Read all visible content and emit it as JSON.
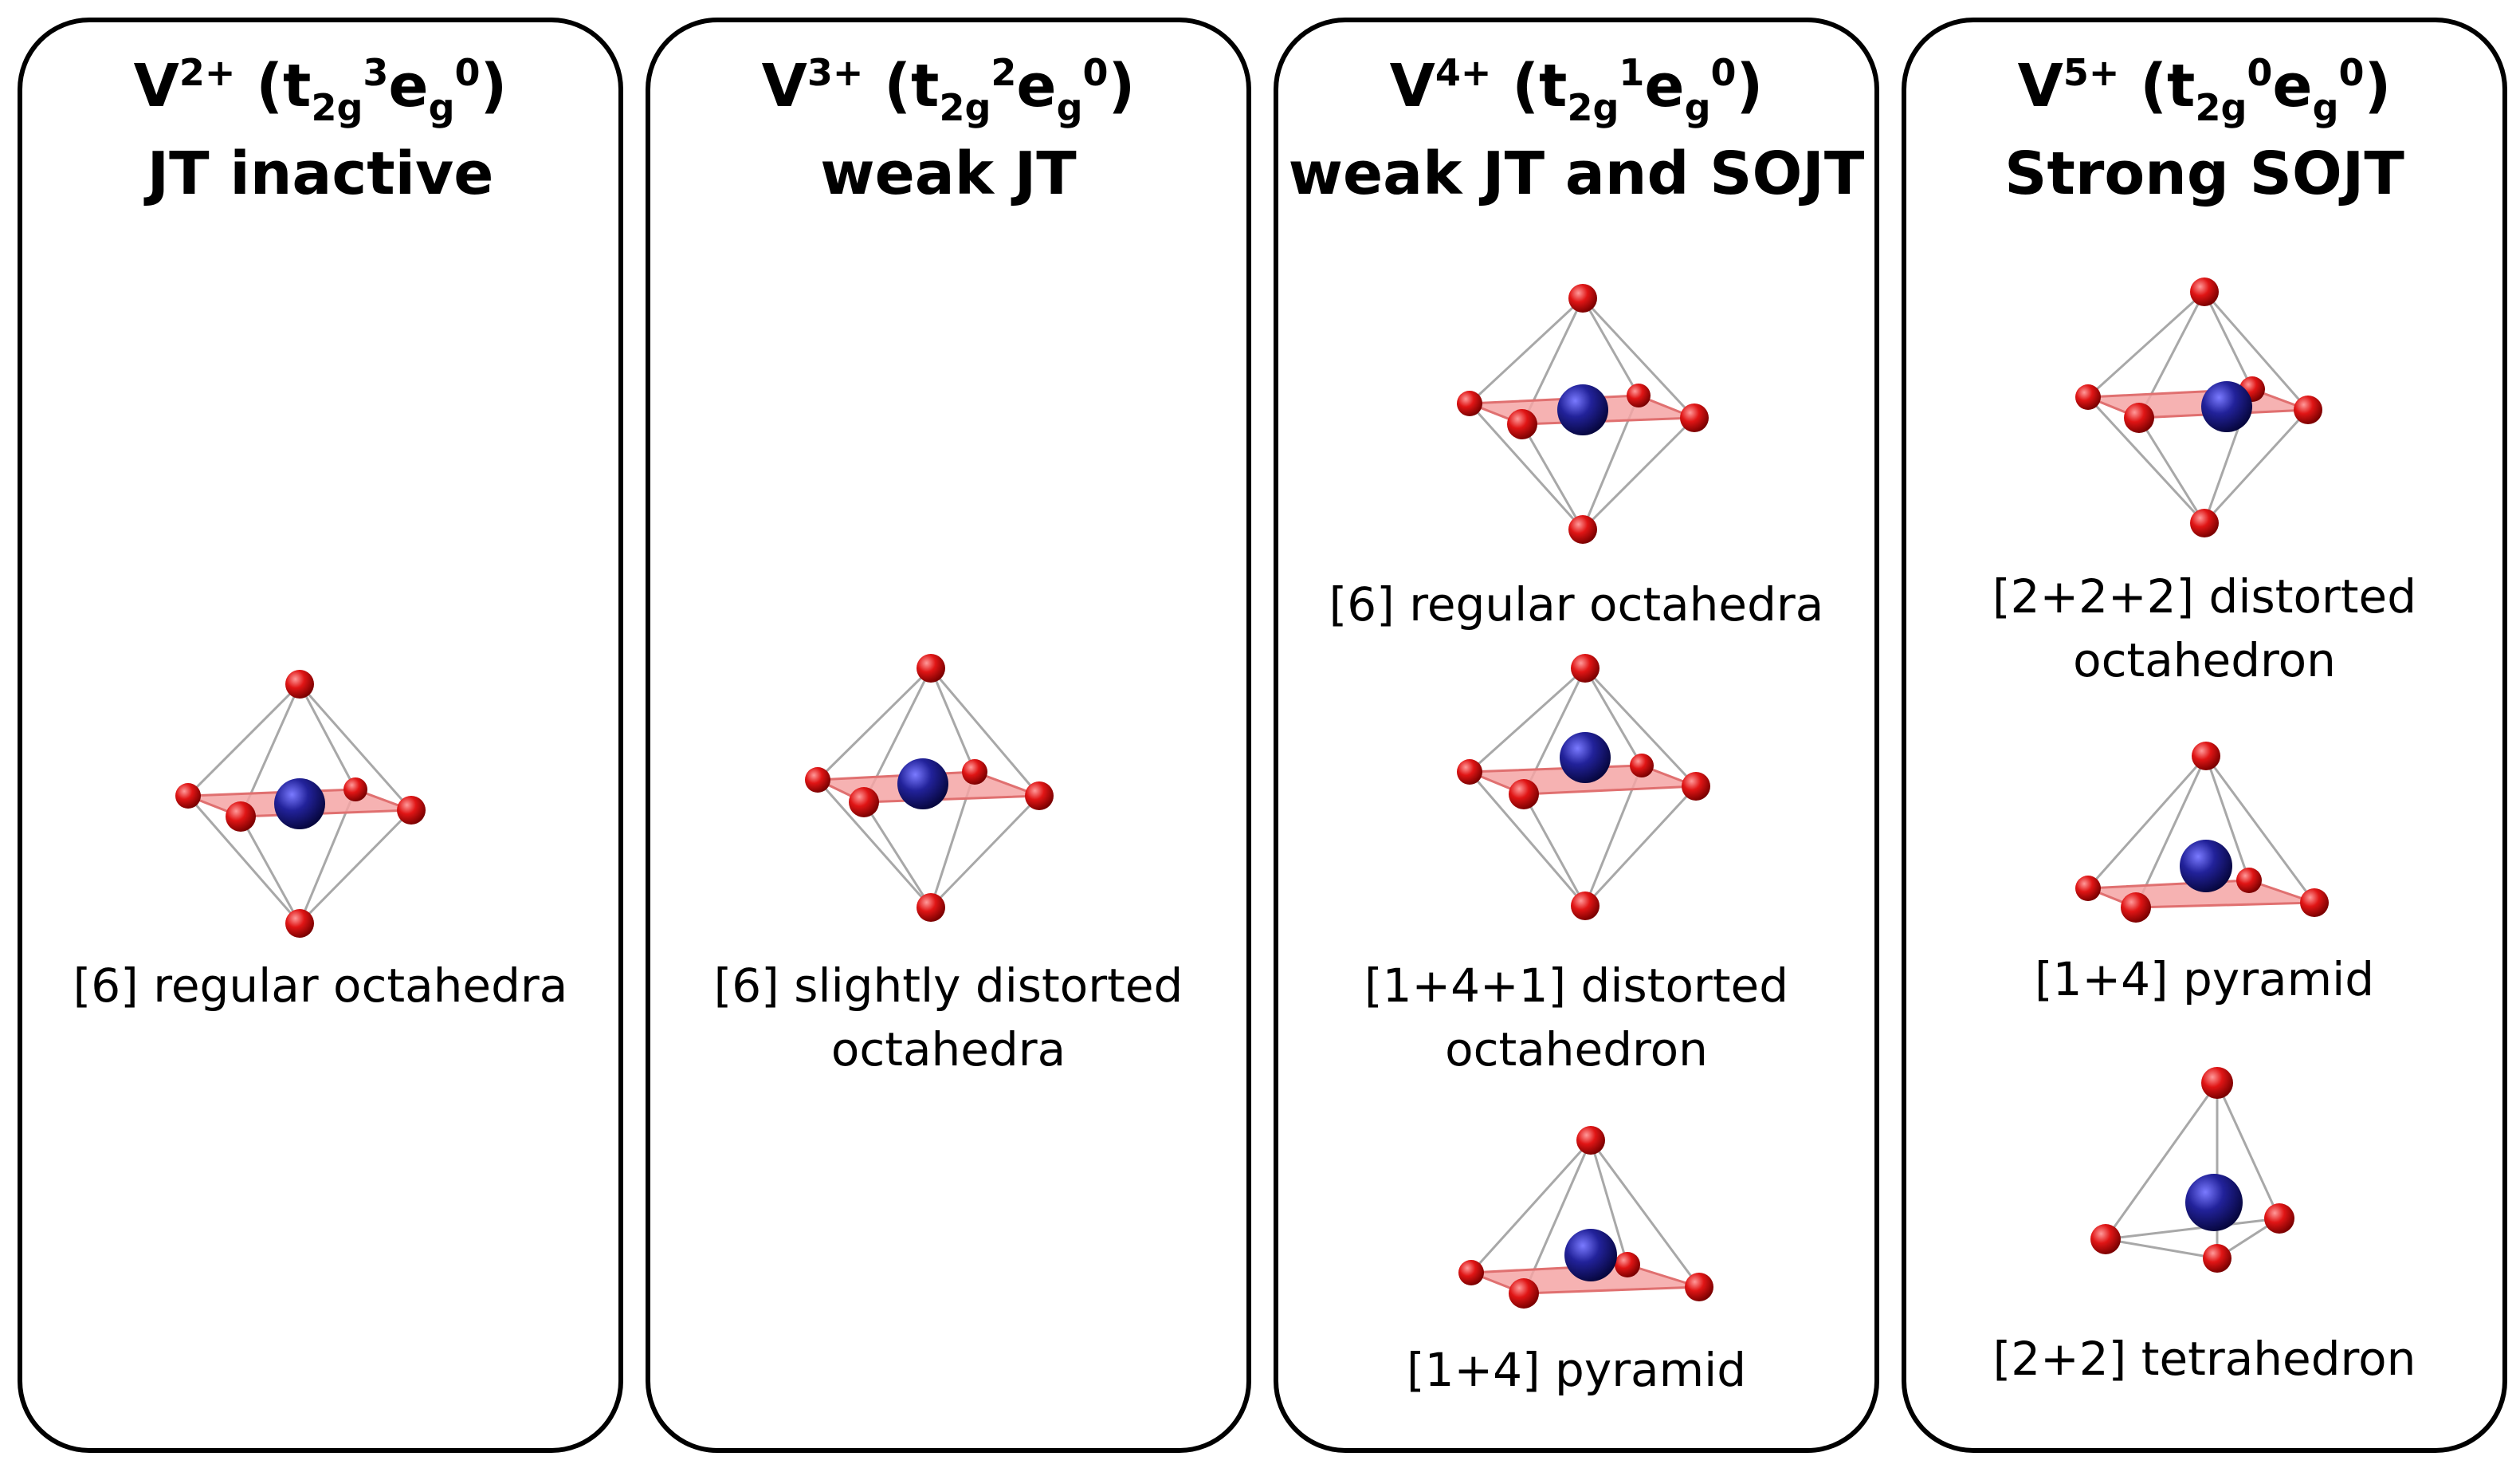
{
  "panels": [
    {
      "ion": "V",
      "charge": "2+",
      "t_sub": "2g",
      "t_occ": "3",
      "e_sub": "g",
      "e_occ": "0",
      "effect": "JT inactive",
      "structures": [
        {
          "shape": "octahedron",
          "caption": [
            "[6] regular octahedra"
          ]
        }
      ]
    },
    {
      "ion": "V",
      "charge": "3+",
      "t_sub": "2g",
      "t_occ": "2",
      "e_sub": "g",
      "e_occ": "0",
      "effect": "weak JT",
      "structures": [
        {
          "shape": "octahedron",
          "caption": [
            "[6] slightly distorted",
            "octahedra"
          ]
        }
      ]
    },
    {
      "ion": "V",
      "charge": "4+",
      "t_sub": "2g",
      "t_occ": "1",
      "e_sub": "g",
      "e_occ": "0",
      "effect": "weak JT and SOJT",
      "structures": [
        {
          "shape": "octahedron",
          "caption": [
            "[6] regular octahedra"
          ]
        },
        {
          "shape": "octahedron",
          "caption": [
            "[1+4+1] distorted",
            "octahedron"
          ]
        },
        {
          "shape": "pyramid",
          "caption": [
            "[1+4] pyramid"
          ]
        }
      ]
    },
    {
      "ion": "V",
      "charge": "5+",
      "t_sub": "2g",
      "t_occ": "0",
      "e_sub": "g",
      "e_occ": "0",
      "effect": "Strong SOJT",
      "structures": [
        {
          "shape": "octahedron",
          "caption": [
            "[2+2+2] distorted",
            "octahedron"
          ]
        },
        {
          "shape": "pyramid",
          "caption": [
            "[1+4] pyramid"
          ]
        },
        {
          "shape": "tetrahedron",
          "caption": [
            "[2+2] tetrahedron"
          ]
        }
      ]
    }
  ],
  "colors": {
    "vanadium": "#1c1c8c",
    "oxygen": "#e01515",
    "bond": "#a8a8a8",
    "plane": "#f4a5a5"
  }
}
